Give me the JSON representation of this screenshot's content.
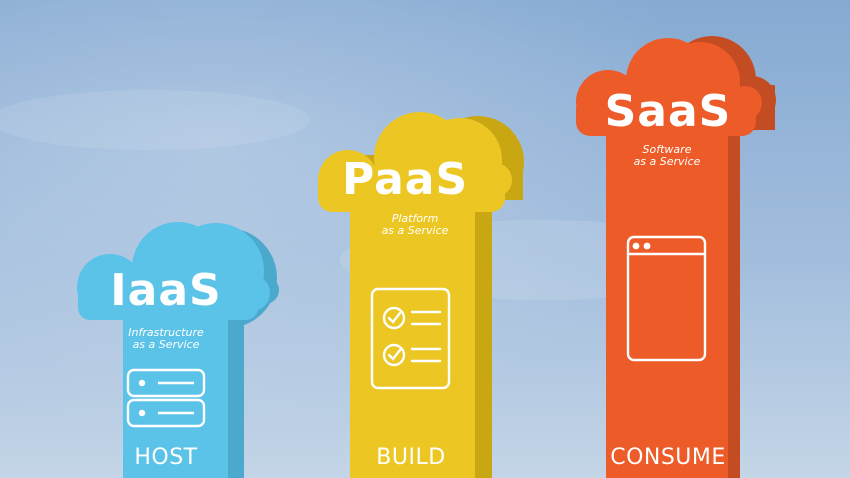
{
  "colors": {
    "sky_top": "#7fa4cf",
    "sky_bottom": "#b9cde3",
    "iaas": "#5bc2e8",
    "iaas_shadow": "#4aa9cc",
    "paas": "#ecc724",
    "paas_shadow": "#c9a713",
    "saas": "#ec5b28",
    "saas_shadow": "#c44c22"
  },
  "columns": [
    {
      "name": "IaaS",
      "subtitle_line1": "Infrastructure",
      "subtitle_line2": "as a Service",
      "action": "HOST",
      "icon": "server-icon"
    },
    {
      "name": "PaaS",
      "subtitle_line1": "Platform",
      "subtitle_line2": "as a Service",
      "action": "BUILD",
      "icon": "checklist-icon"
    },
    {
      "name": "SaaS",
      "subtitle_line1": "Software",
      "subtitle_line2": "as a Service",
      "action": "CONSUME",
      "icon": "browser-window-icon"
    }
  ]
}
